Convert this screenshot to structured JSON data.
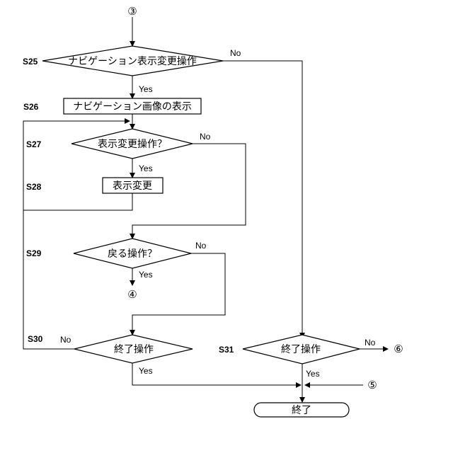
{
  "connectors": {
    "top": "③",
    "s29_yes": "④",
    "s31_in": "⑤",
    "s31_no": "⑥"
  },
  "steps": {
    "s25": {
      "id": "S25",
      "text": "ナビゲーション表示変更操作"
    },
    "s26": {
      "id": "S26",
      "text": "ナビゲーション画像の表示"
    },
    "s27": {
      "id": "S27",
      "text": "表示変更操作？"
    },
    "s28": {
      "id": "S28",
      "text": "表示変更"
    },
    "s29": {
      "id": "S29",
      "text": "戻る操作？"
    },
    "s30": {
      "id": "S30",
      "text": "終了操作"
    },
    "s31": {
      "id": "S31",
      "text": "終了操作"
    },
    "end": {
      "text": "終了"
    }
  },
  "labels": {
    "yes": "Yes",
    "no": "No"
  }
}
